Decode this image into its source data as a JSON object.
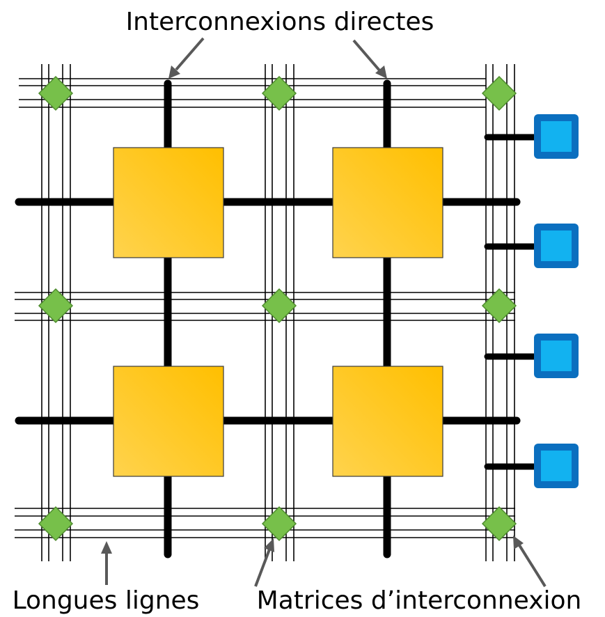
{
  "labels": {
    "direct_interconnect": "Interconnexions directes",
    "long_lines": "Longues lignes",
    "switch_matrices": "Matrices d’interconnexion"
  },
  "grid": {
    "logic_blocks": {
      "rows": 2,
      "cols": 2
    },
    "switch_matrices": {
      "rows": 3,
      "cols": 3
    },
    "io_blocks": 4
  },
  "colors": {
    "logic_block_light": "#ffd34d",
    "logic_block_dark": "#ffbf00",
    "switch_matrix": "#77c04a",
    "io_block_outer": "#0b6fbf",
    "io_block_inner": "#12b2f0",
    "wire": "#000000",
    "pointer_arrow": "#595959"
  }
}
